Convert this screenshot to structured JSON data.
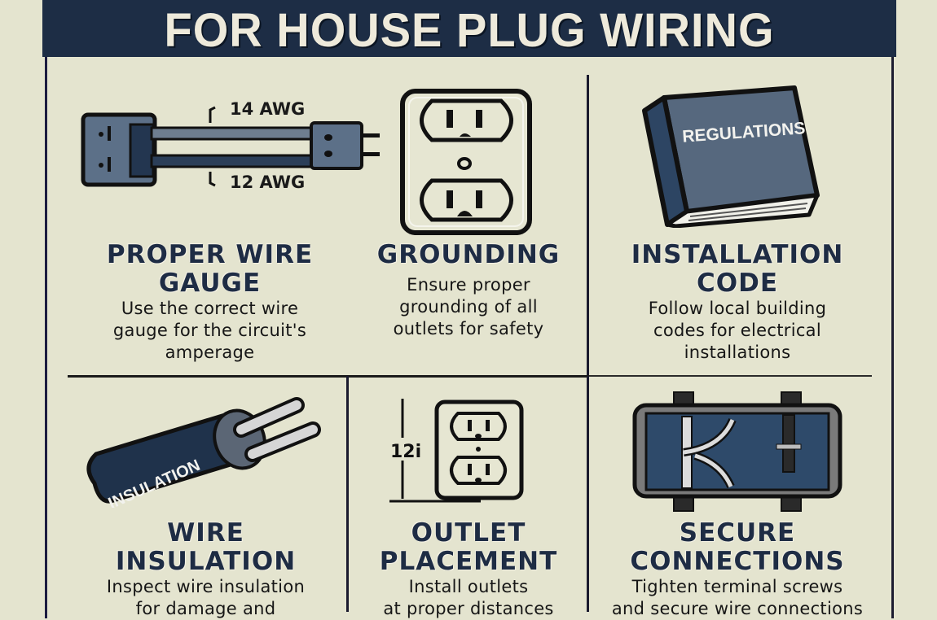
{
  "header": {
    "title": "FOR HOUSE PLUG WIRING"
  },
  "colors": {
    "background": "#e4e4cf",
    "header_band": "#1d2d45",
    "header_text": "#eeeadb",
    "heading_text": "#1e2c44",
    "icon_slate": "#56687e",
    "icon_navy": "#1f324b"
  },
  "cards": [
    {
      "heading_line1": "PROPER WIRE",
      "heading_line2": "GAUGE",
      "desc_line1": "Use the correct wire",
      "desc_line2": "gauge for the circuit's",
      "desc_line3": "amperage",
      "icon": "wire-gauge-plug-icon",
      "labels": {
        "top": "14 AWG",
        "bottom": "12 AWG"
      }
    },
    {
      "heading_line1": "GROUNDING",
      "desc_line1": "Ensure proper",
      "desc_line2": "grounding of all",
      "desc_line3": "outlets for safety",
      "icon": "duplex-outlet-icon"
    },
    {
      "heading_line1": "INSTALLATION",
      "heading_line2": "CODE",
      "desc_line1": "Follow local building",
      "desc_line2": "codes for electrical",
      "desc_line3": "installations",
      "icon": "regulations-book-icon",
      "icon_label": "REGULATIONS"
    },
    {
      "heading_line1": "WIRE",
      "heading_line2": "INSULATION",
      "desc_line1": "Inspect wire insulation",
      "desc_line2": "for damage and",
      "icon": "insulated-cable-icon",
      "icon_label": "INSULATION"
    },
    {
      "heading_line1": "OUTLET",
      "heading_line2": "PLACEMENT",
      "desc_line1": "Install outlets",
      "desc_line2": "at proper distances",
      "icon": "outlet-height-icon",
      "measure_label": "12i"
    },
    {
      "heading_line1": "SECURE",
      "heading_line2": "CONNECTIONS",
      "desc_line1": "Tighten terminal screws",
      "desc_line2": "and secure wire connections",
      "icon": "junction-box-icon"
    }
  ]
}
